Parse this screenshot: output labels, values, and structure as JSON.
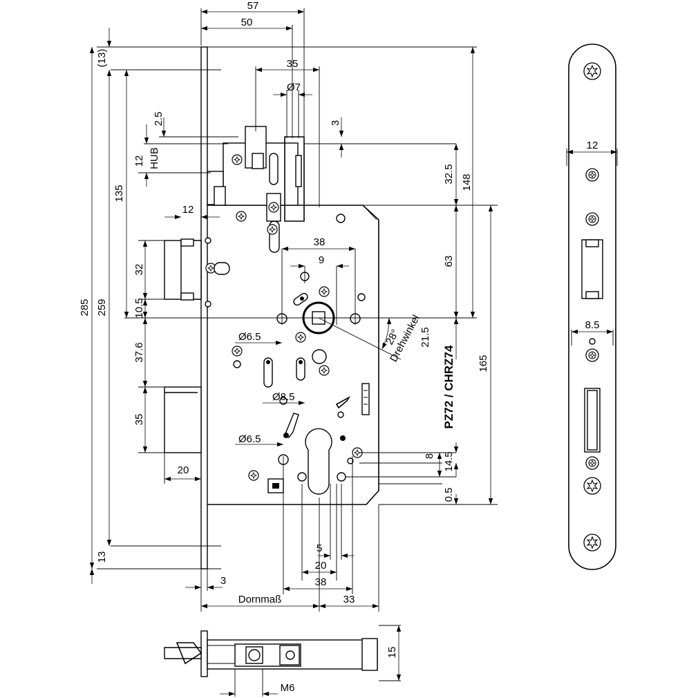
{
  "drawing": {
    "dims": {
      "d57": "57",
      "d50": "50",
      "d35": "35",
      "d7": "Ø7",
      "d3top": "3",
      "d25": "2.5",
      "d12hub": "12",
      "hub": "HUB",
      "d135": "135",
      "d12": "12",
      "d32": "32",
      "d105": "10.5",
      "d285": "285",
      "d259": "259",
      "d13top": "(13)",
      "d376": "37.6",
      "d35b": "35",
      "d20": "20",
      "d13bot": "13",
      "d3bot": "3",
      "dornmass": "Dornmaß",
      "d33": "33",
      "d38a": "38",
      "d9": "9",
      "d65a": "Ø6.5",
      "d85": "Ø8.5",
      "d65b": "Ø6.5",
      "d5": "5",
      "d20b": "20",
      "d38b": "38",
      "d325": "32.5",
      "d148": "148",
      "d63": "63",
      "d215": "21.5",
      "d165": "165",
      "d8": "8",
      "d145": "14.5",
      "d05": "0.5",
      "angle": "28°",
      "drehwinkel": "Drehwinkel",
      "pz": "PZ72 / CHRZ74",
      "side12": "12",
      "side85": "8.5",
      "d15": "15",
      "m6": "M6"
    }
  }
}
